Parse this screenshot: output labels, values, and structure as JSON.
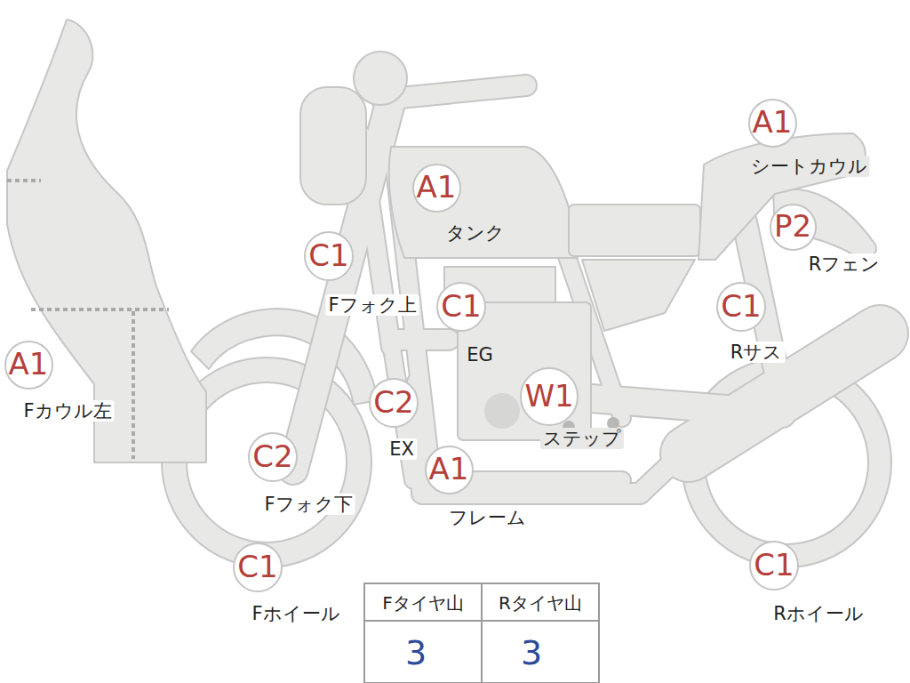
{
  "diagram": {
    "nodes": [
      {
        "text": [
          "A1",
          "シートカウル"
        ]
      },
      {
        "text": [
          "A1",
          "タンク"
        ]
      },
      {
        "text": [
          "P2",
          "Rフェン"
        ]
      },
      {
        "text": [
          "C1",
          "Fフォク上"
        ]
      },
      {
        "text": [
          "C1",
          "EG"
        ]
      },
      {
        "text": [
          "C1",
          "Rサス"
        ]
      },
      {
        "text": [
          "A1",
          "Fカウル左"
        ]
      },
      {
        "text": [
          "C2",
          "EX"
        ]
      },
      {
        "text": [
          "W1",
          "ステップ"
        ]
      },
      {
        "text": [
          "C2",
          "Fフォク下"
        ]
      },
      {
        "text": [
          "A1",
          "フレーム"
        ]
      },
      {
        "text": [
          "C1",
          "Fホイール"
        ]
      },
      {
        "text": [
          "C1",
          "Rホイール"
        ]
      }
    ],
    "labels": [
      "Fタイヤ山",
      "Rタイヤ山",
      "3",
      "3"
    ]
  }
}
